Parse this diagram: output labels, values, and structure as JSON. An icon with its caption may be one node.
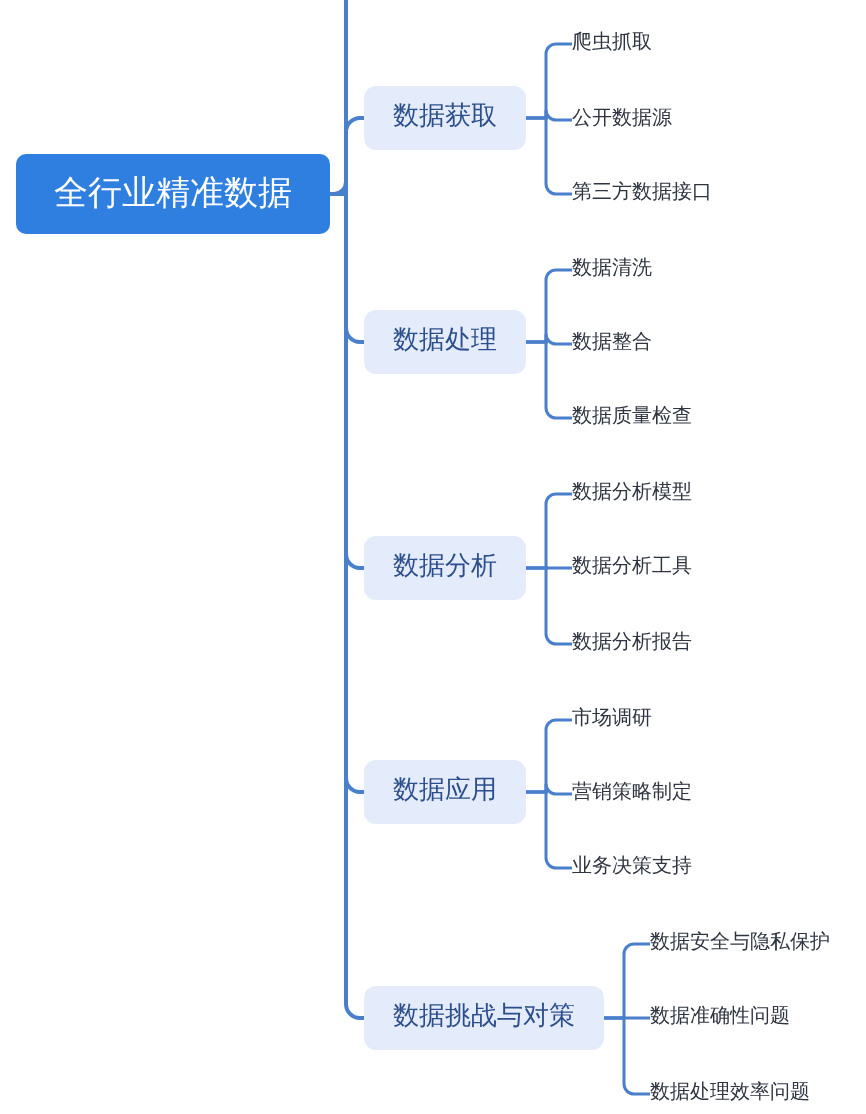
{
  "diagram": {
    "nodes": [
      {
        "text": [
          "全行业精准数据"
        ]
      },
      {
        "text": [
          "数据获取"
        ]
      },
      {
        "text": [
          "爬虫抓取"
        ]
      },
      {
        "text": [
          "公开数据源"
        ]
      },
      {
        "text": [
          "第三方数据接口"
        ]
      },
      {
        "text": [
          "数据处理"
        ]
      },
      {
        "text": [
          "数据清洗"
        ]
      },
      {
        "text": [
          "数据整合"
        ]
      },
      {
        "text": [
          "数据质量检查"
        ]
      },
      {
        "text": [
          "数据分析"
        ]
      },
      {
        "text": [
          "数据分析模型"
        ]
      },
      {
        "text": [
          "数据分析工具"
        ]
      },
      {
        "text": [
          "数据分析报告"
        ]
      },
      {
        "text": [
          "数据应用"
        ]
      },
      {
        "text": [
          "市场调研"
        ]
      },
      {
        "text": [
          "营销策略制定"
        ]
      },
      {
        "text": [
          "业务决策支持"
        ]
      },
      {
        "text": [
          "数据挑战与对策"
        ]
      },
      {
        "text": [
          "数据安全与隐私保护"
        ]
      },
      {
        "text": [
          "数据准确性问题"
        ]
      },
      {
        "text": [
          "数据处理效率问题"
        ]
      }
    ],
    "edges": [
      {
        "from": 0,
        "to": null,
        "arrow": "none"
      },
      {
        "from": 0,
        "to": 1,
        "arrow": "none"
      },
      {
        "from": 1,
        "to": 2,
        "arrow": "none"
      },
      {
        "from": 1,
        "to": 3,
        "arrow": "none"
      },
      {
        "from": 1,
        "to": 4,
        "arrow": "none"
      },
      {
        "from": 0,
        "to": 5,
        "arrow": "none"
      },
      {
        "from": 5,
        "to": 6,
        "arrow": "none"
      },
      {
        "from": 5,
        "to": 7,
        "arrow": "none"
      },
      {
        "from": 5,
        "to": 8,
        "arrow": "none"
      },
      {
        "from": 0,
        "to": 9,
        "arrow": "none"
      },
      {
        "from": 9,
        "to": 10,
        "arrow": "none"
      },
      {
        "from": 9,
        "to": 11,
        "arrow": "none"
      },
      {
        "from": 9,
        "to": 12,
        "arrow": "none"
      },
      {
        "from": 0,
        "to": 13,
        "arrow": "none"
      },
      {
        "from": 13,
        "to": 14,
        "arrow": "none"
      },
      {
        "from": 13,
        "to": 15,
        "arrow": "none"
      },
      {
        "from": 13,
        "to": 16,
        "arrow": "none"
      },
      {
        "from": 0,
        "to": 17,
        "arrow": "none"
      },
      {
        "from": 17,
        "to": 18,
        "arrow": "none"
      },
      {
        "from": 17,
        "to": 19,
        "arrow": "none"
      },
      {
        "from": 17,
        "to": 20,
        "arrow": "none"
      }
    ]
  }
}
